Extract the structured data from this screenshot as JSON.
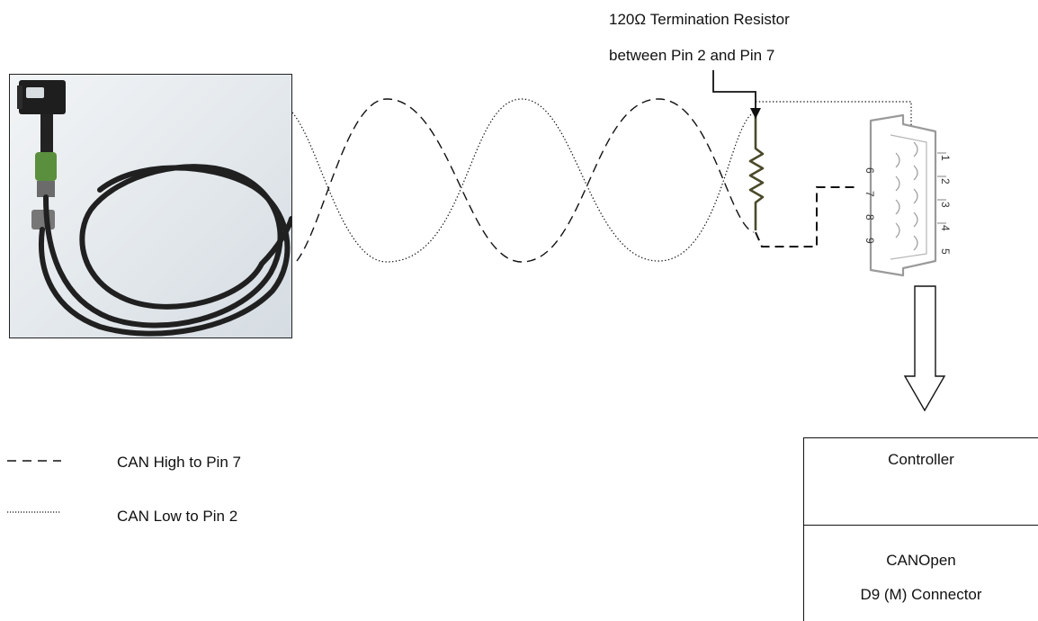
{
  "annotation": {
    "line1": "120Ω Termination Resistor",
    "line2": "between Pin 2 and Pin 7"
  },
  "legend": {
    "high_label": "CAN High to Pin 7",
    "low_label": "CAN Low to Pin 2"
  },
  "controller": {
    "title": "Controller",
    "sub1": "CANOpen",
    "sub2": "D9 (M) Connector"
  },
  "connector": {
    "pins_top": [
      "1",
      "2",
      "3",
      "4",
      "5"
    ],
    "pins_bottom": [
      "6",
      "7",
      "8",
      "9"
    ]
  },
  "colors": {
    "resistor": "#4a4a2a",
    "lines": "#111111"
  }
}
